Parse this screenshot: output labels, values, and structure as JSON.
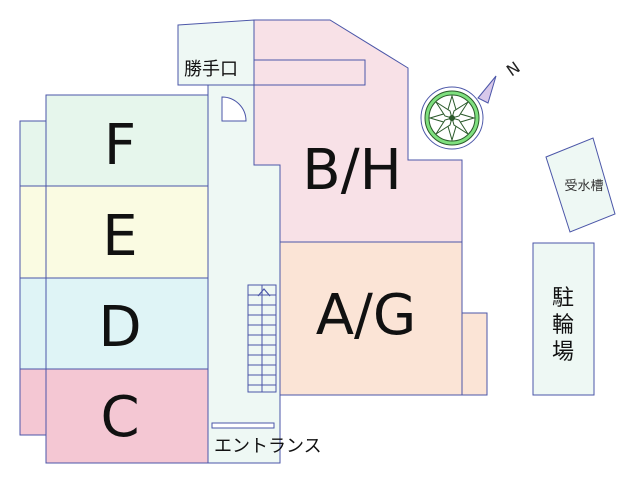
{
  "units": {
    "F": "F",
    "E": "E",
    "D": "D",
    "C": "C",
    "BH": "B/H",
    "AG": "A/G"
  },
  "labels": {
    "back_door": "勝手口",
    "entrance": "エントランス",
    "water_tank": "受水槽",
    "bicycle_parking": [
      "駐",
      "輪",
      "場"
    ],
    "compass_north": "N"
  },
  "colors": {
    "F": "#e6f6ec",
    "E": "#fafbe2",
    "D": "#dff4f6",
    "C": "#f4c7d3",
    "BH": "#f8e1e7",
    "AG": "#fbe4d6",
    "corridor": "#eef8f4",
    "outline": "#4b56a8"
  }
}
